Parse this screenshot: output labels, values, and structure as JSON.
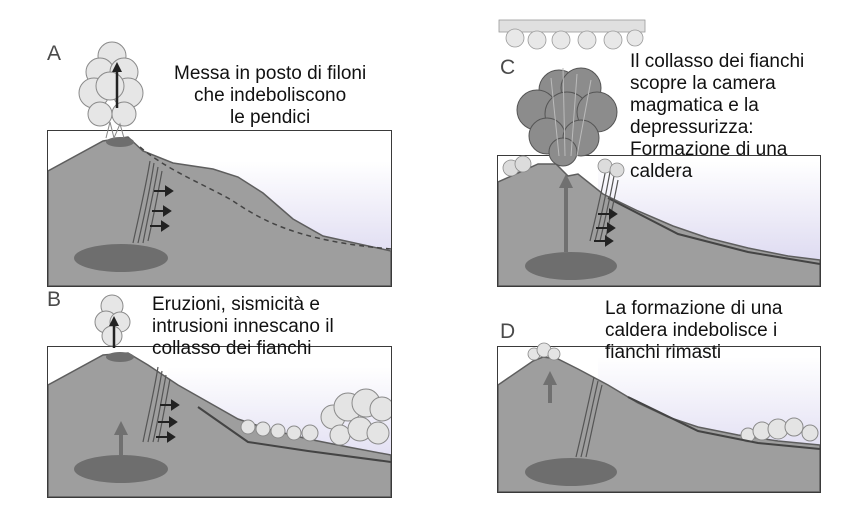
{
  "panels": [
    {
      "letter": "A",
      "caption": [
        "Messa in posto di filoni",
        "che indeboliscono",
        "le pendici"
      ]
    },
    {
      "letter": "B",
      "caption": [
        "Eruzioni, sismicità e",
        "intrusioni innescano il",
        "collasso dei fianchi"
      ]
    },
    {
      "letter": "C",
      "caption": [
        "Il collasso dei fianchi",
        "scopre la camera",
        "magmatica e la",
        "depressurizza:",
        "Formazione di una",
        "caldera"
      ]
    },
    {
      "letter": "D",
      "caption": [
        "La formazione di una",
        "caldera indebolisce i",
        "fianchi rimasti"
      ]
    }
  ],
  "colors": {
    "mountain": "#9d9d9d",
    "mountain_edge": "#5a5a5a",
    "sea_top": "#ffffff",
    "sea_bottom": "#d7d3ef",
    "magma": "#6e6e6e",
    "cloud": "#e2e2e2",
    "arrow": "#222222",
    "feeder_arrow": "#707070"
  }
}
